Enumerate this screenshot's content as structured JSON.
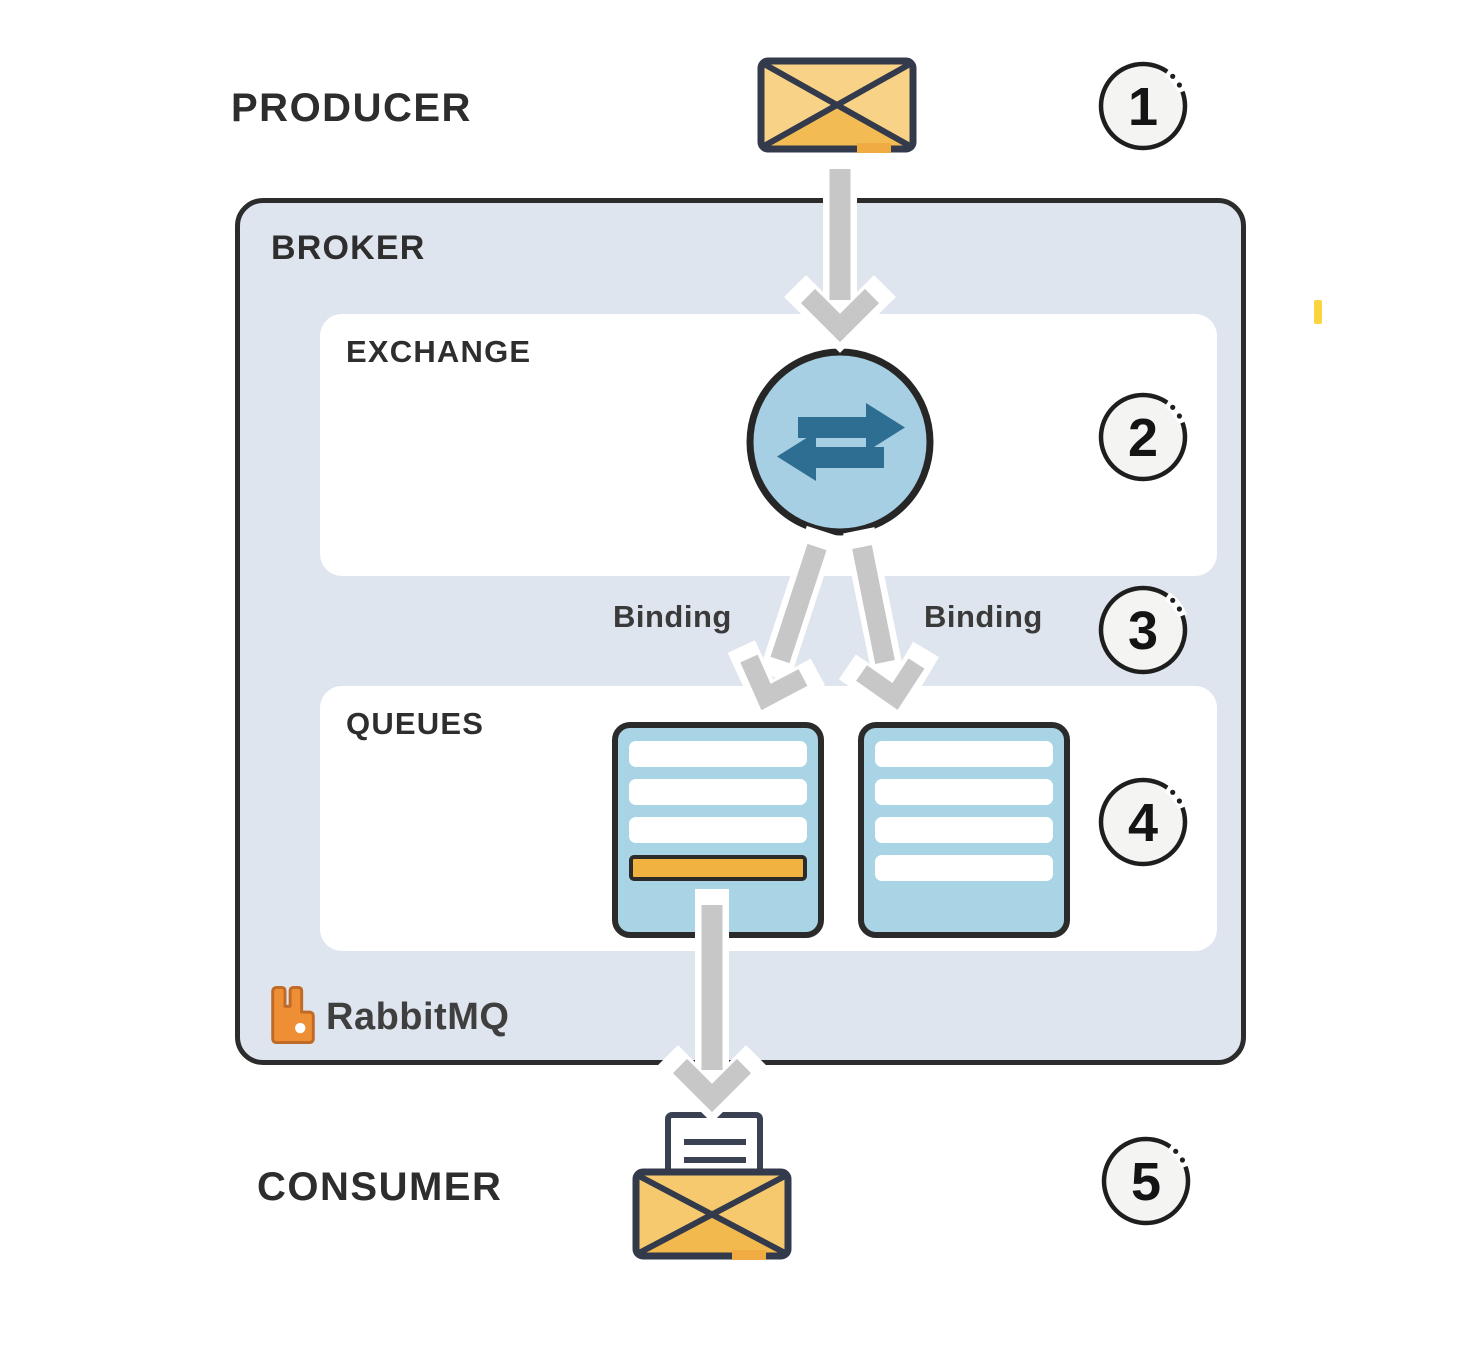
{
  "title": "RabbitMQ message flow diagram",
  "producer": {
    "label": "PRODUCER",
    "step": "1"
  },
  "broker": {
    "label": "BROKER",
    "exchange": {
      "label": "EXCHANGE",
      "step": "2"
    },
    "bindings": {
      "left_label": "Binding",
      "right_label": "Binding",
      "step": "3"
    },
    "queues": {
      "label": "QUEUES",
      "step": "4"
    },
    "brand": {
      "name": "RabbitMQ"
    }
  },
  "consumer": {
    "label": "CONSUMER",
    "step": "5"
  },
  "icons": [
    "message-envelope-icon",
    "exchange-swap-arrows-icon",
    "queue-list-icon",
    "queue-list-icon",
    "rabbitmq-logo-icon",
    "open-envelope-letter-icon",
    "flow-arrow-down-icon",
    "binding-arrow-icon"
  ],
  "colors": {
    "background": "#ffffff",
    "broker_fill": "#dfe5ee",
    "outline_dark": "#2c2c2c",
    "envelope_fill": "#f7d287",
    "envelope_flap": "#f2bb54",
    "envelope_outline": "#333a4b",
    "exchange_circle_fill": "#a7cfe3",
    "exchange_arrow": "#2e6e92",
    "queue_fill": "#a9d4e6",
    "queue_bar_orange": "#f1b240",
    "flow_arrow_gray": "#c7c7c7",
    "badge_fill": "#f4f4f3",
    "rabbitmq_orange": "#ee8e35",
    "cursor_mark_yellow": "#fcd440"
  }
}
